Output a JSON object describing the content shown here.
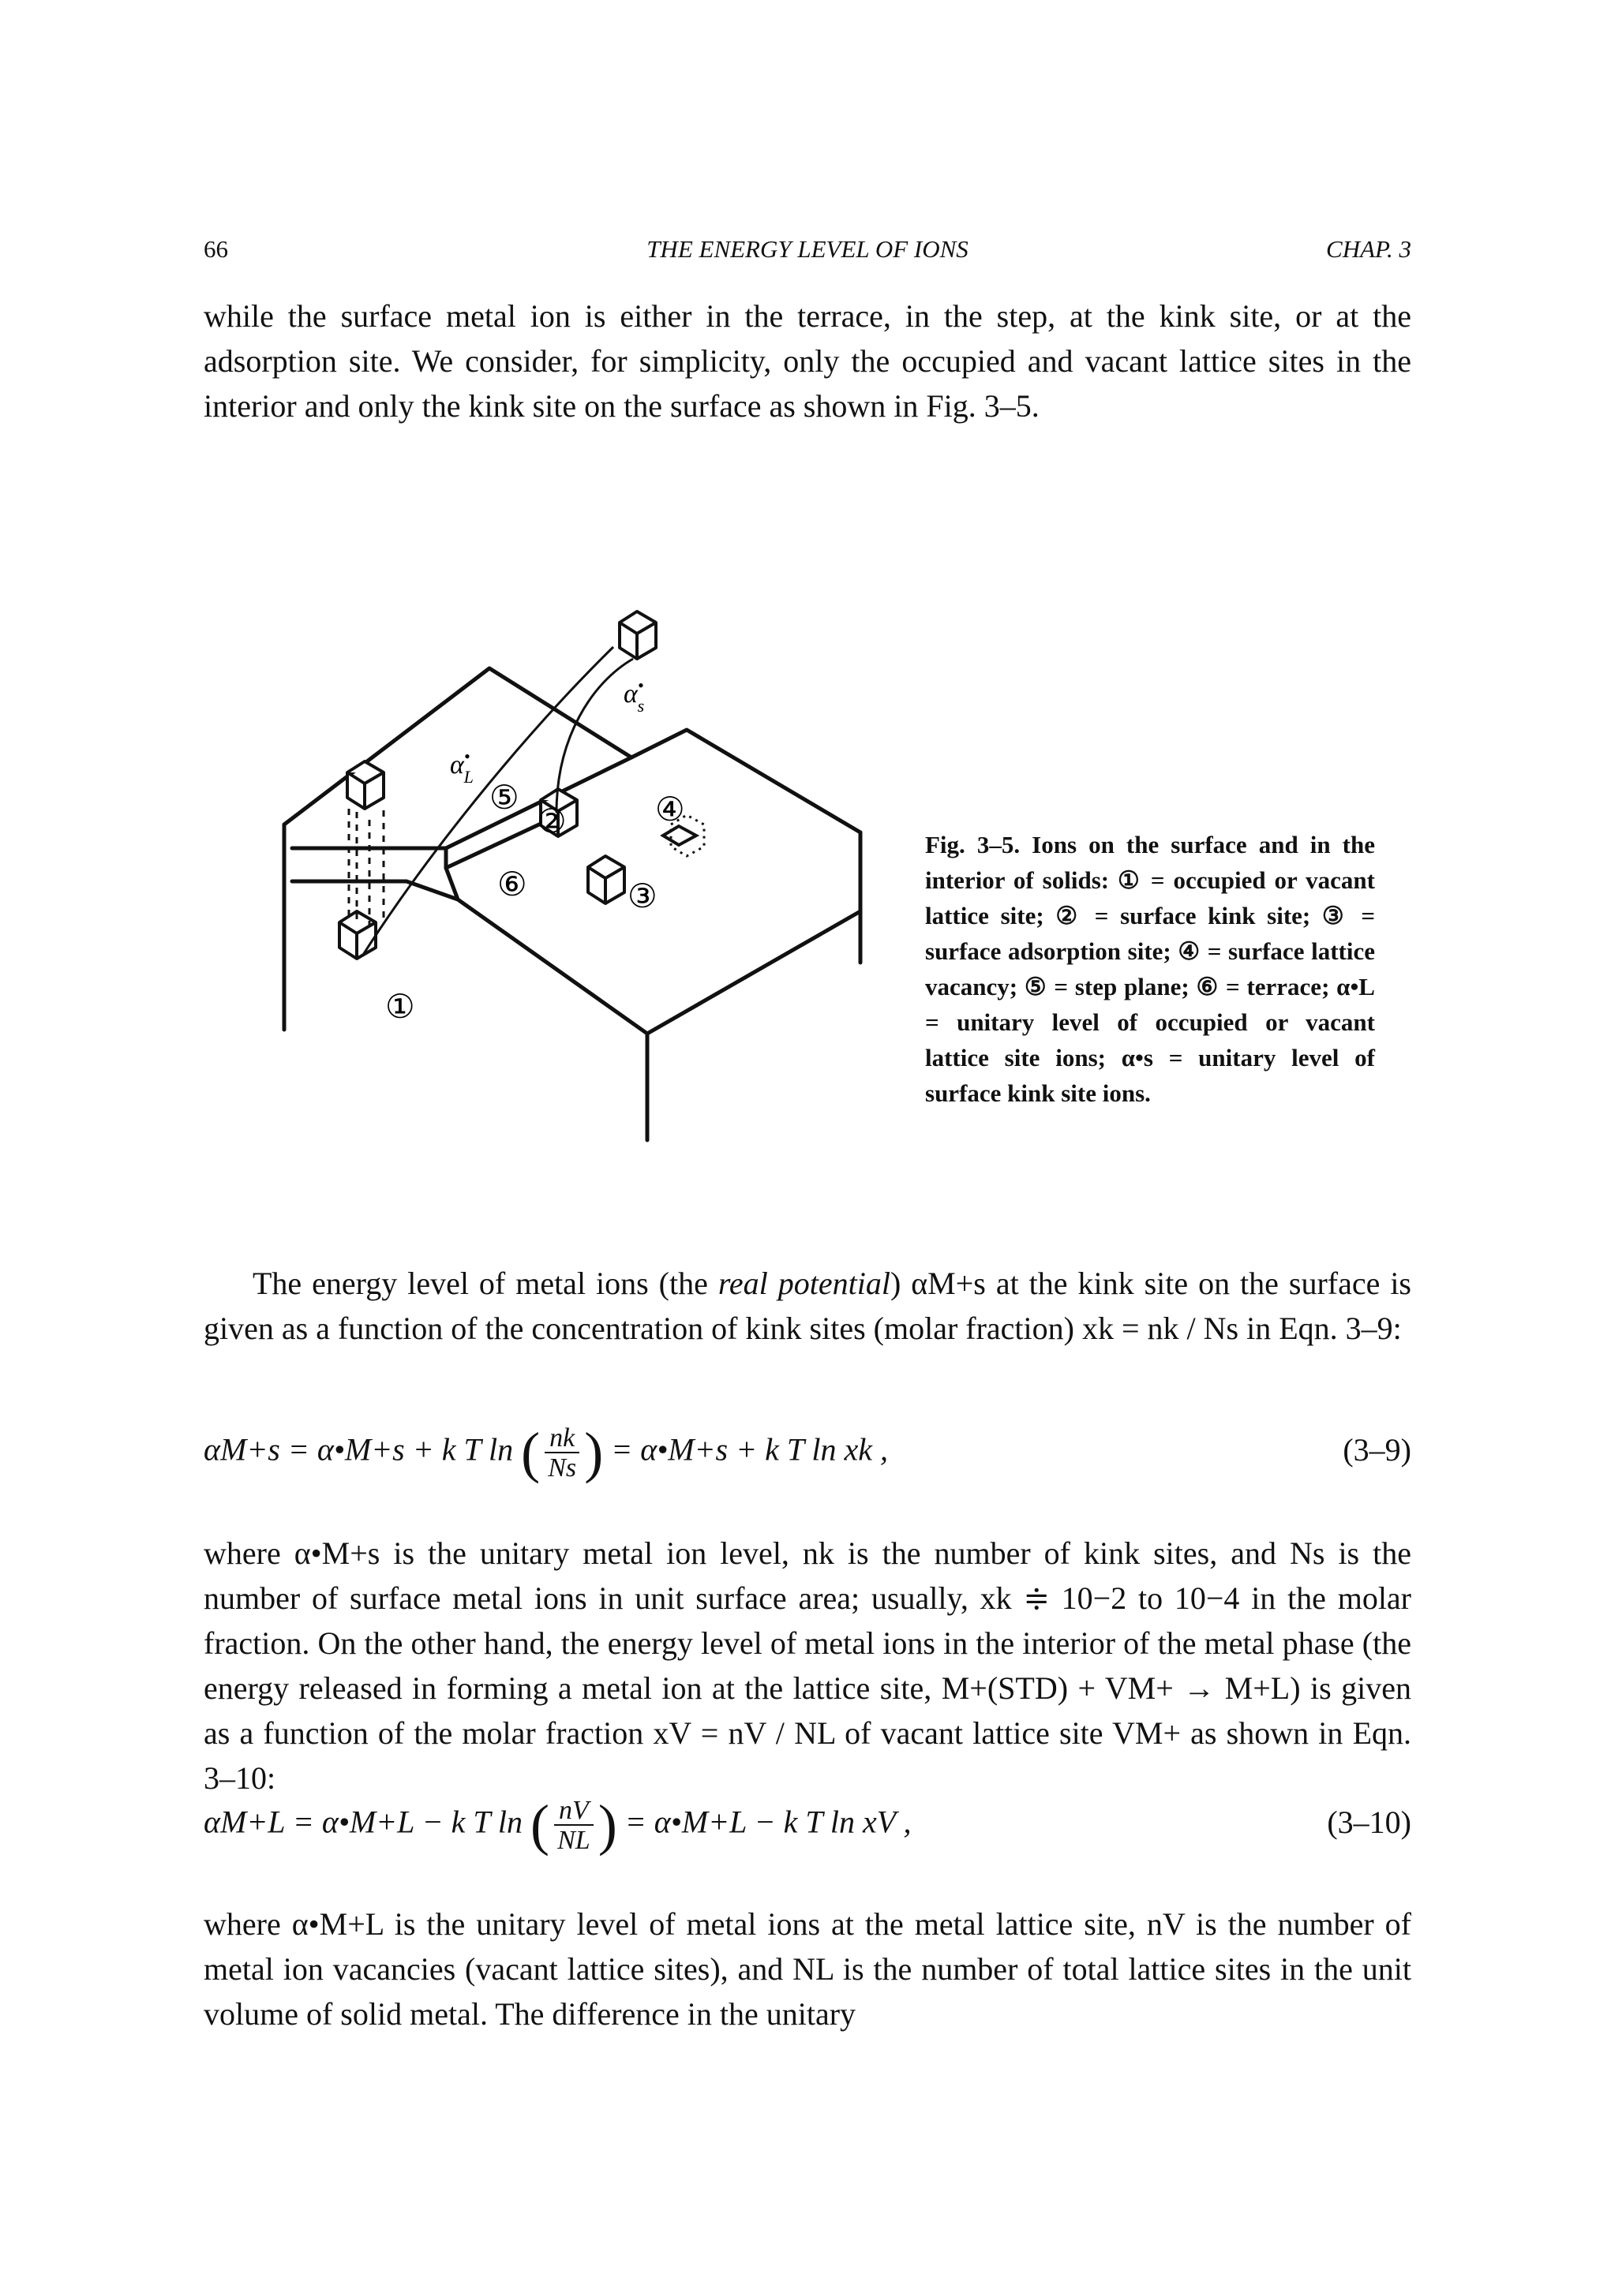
{
  "header": {
    "page_number": "66",
    "running_title": "THE ENERGY LEVEL OF IONS",
    "chapter": "CHAP. 3"
  },
  "paragraph1": "while the surface metal ion is either in the terrace, in the step, at the kink site, or at the adsorption site. We consider, for simplicity, only the occupied and vacant lattice sites in the interior and only the kink site on the surface as shown in Fig. 3–5.",
  "figure": {
    "labels": {
      "n1": "①",
      "n2": "②",
      "n3": "③",
      "n4": "④",
      "n5": "⑤",
      "n6": "⑥",
      "alpha_L": "α",
      "alpha_L_sup": "•",
      "alpha_L_sub": "L",
      "alpha_s": "α",
      "alpha_s_sup": "•",
      "alpha_s_sub": "s"
    },
    "caption_label": "Fig. 3–5.",
    "caption_text": "Ions on the surface and in the interior of solids: ① = occupied or vacant lattice site; ② = surface kink site; ③ = surface adsorption site; ④ = surface lattice vacancy; ⑤ = step plane; ⑥ = terrace; α•L = unitary level of occupied or vacant lattice site ions; α•s = unitary level of surface kink site ions."
  },
  "paragraph2": {
    "part1": "The energy level of metal ions (the ",
    "italic": "real potential",
    "part2": ") αM+s at the kink site on the surface is given as a function of the concentration of kink sites (molar fraction) xk = nk / Ns in Eqn. 3–9:"
  },
  "eq1": {
    "lhs": "αM+s = α•M+s + k T ln",
    "frac_num": "nk",
    "frac_den": "Ns",
    "rhs": "= α•M+s + k T ln xk ,",
    "number": "(3–9)"
  },
  "paragraph3": "where α•M+s is the unitary metal ion level, nk is the number of kink sites, and Ns is the number of surface metal ions in unit surface area; usually, xk ≑ 10−2 to 10−4 in the molar fraction. On the other hand, the energy level of metal ions in the interior of the metal phase (the energy released in forming a metal ion at the lattice site, M+(STD) + VM+ → M+L) is given as a function of the molar fraction xV = nV / NL of vacant lattice site VM+ as shown in Eqn. 3–10:",
  "eq2": {
    "lhs": "αM+L = α•M+L − k T ln",
    "frac_num": "nV",
    "frac_den": "NL",
    "rhs": "= α•M+L − k T ln xV ,",
    "number": "(3–10)"
  },
  "paragraph4": "where α•M+L is the unitary level of metal ions at the metal lattice site, nV is the number of metal ion vacancies (vacant lattice sites), and NL is the number of total lattice sites in the unit volume of solid metal. The difference in the unitary"
}
